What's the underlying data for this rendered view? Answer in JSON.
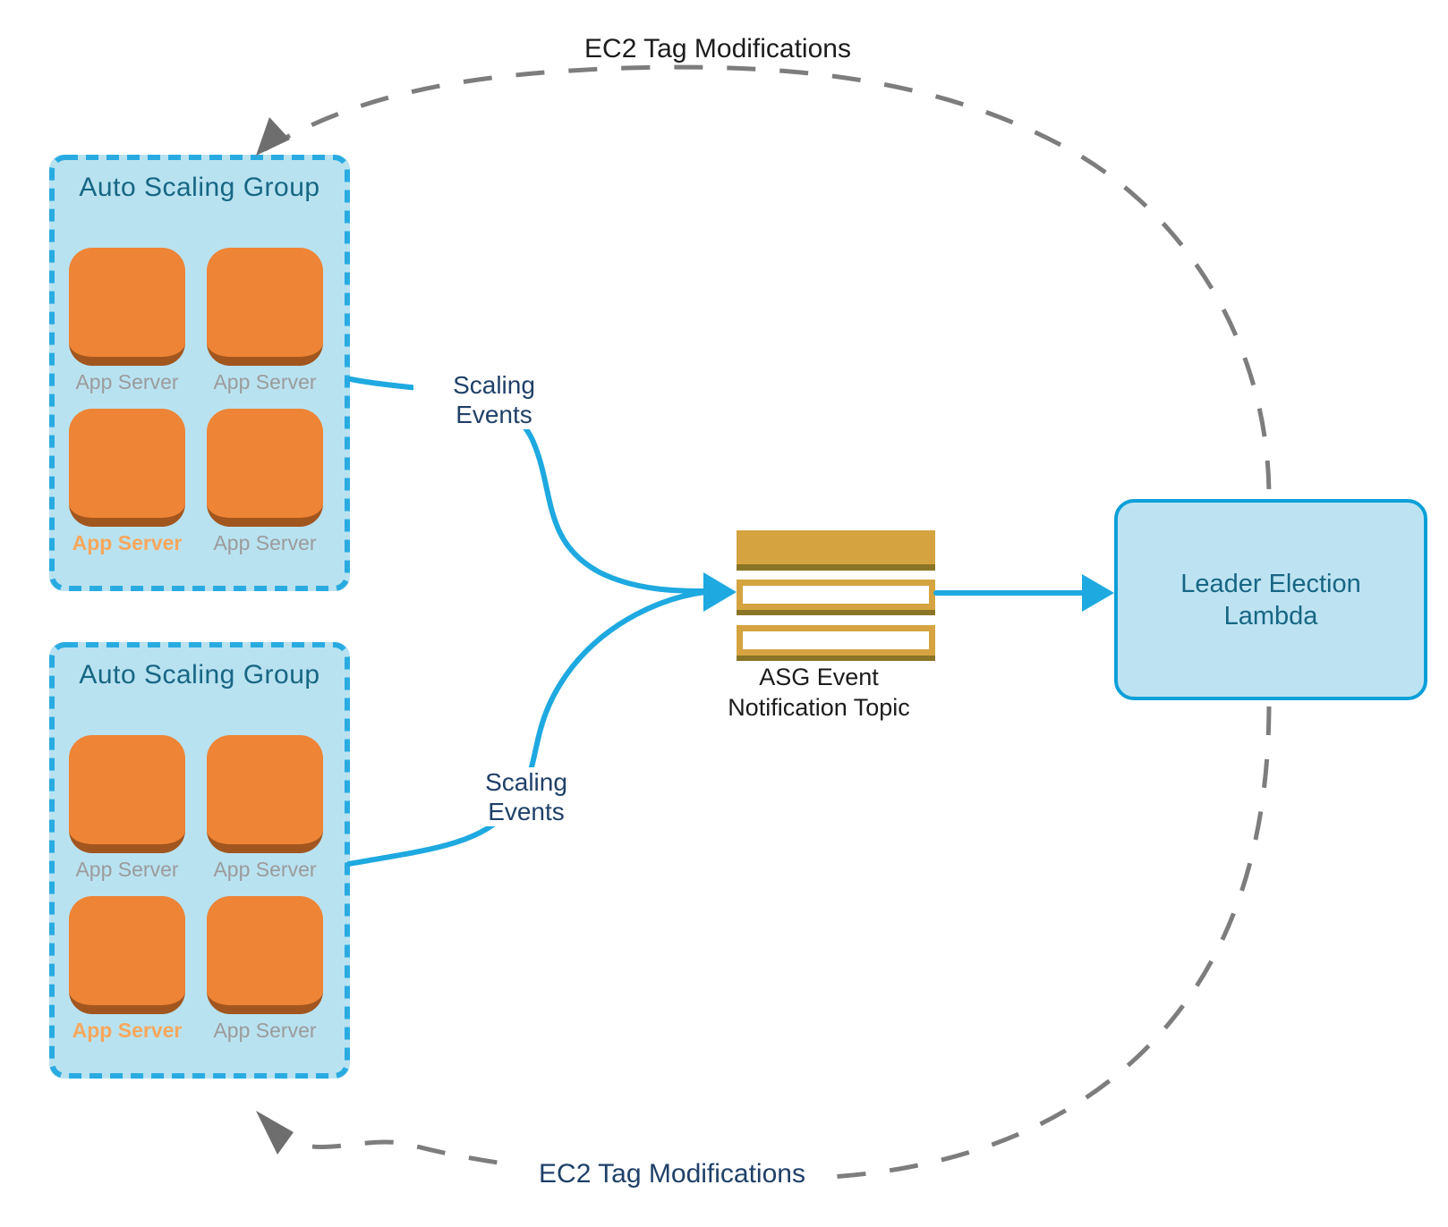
{
  "asg_groups": [
    {
      "title": "Auto Scaling Group",
      "servers": [
        {
          "label": "App Server",
          "highlighted": false
        },
        {
          "label": "App Server",
          "highlighted": false
        },
        {
          "label": "App Server",
          "highlighted": true
        },
        {
          "label": "App Server",
          "highlighted": false
        }
      ]
    },
    {
      "title": "Auto Scaling Group",
      "servers": [
        {
          "label": "App Server",
          "highlighted": false
        },
        {
          "label": "App Server",
          "highlighted": false
        },
        {
          "label": "App Server",
          "highlighted": true
        },
        {
          "label": "App Server",
          "highlighted": false
        }
      ]
    }
  ],
  "sns_topic": {
    "label_line1": "ASG Event",
    "label_line2": "Notification Topic"
  },
  "lambda": {
    "label_line1": "Leader Election",
    "label_line2": "Lambda"
  },
  "edges": {
    "scaling_events_top": {
      "line1": "Scaling",
      "line2": "Events"
    },
    "scaling_events_bottom": {
      "line1": "Scaling",
      "line2": "Events"
    },
    "ec2_tag_top": {
      "label": "EC2 Tag Modifications"
    },
    "ec2_tag_bottom": {
      "label": "EC2 Tag Modifications"
    }
  },
  "colors": {
    "asg_fill": "#B9E2F0",
    "asg_border": "#29ABE2",
    "teal_title": "#176684",
    "server_orange": "#EE8435",
    "server_shadow": "#A2561F",
    "server_label_gray": "#9B9B9B",
    "server_label_highlight": "#F7A75C",
    "arrow_blue": "#1EA9E0",
    "arc_gray": "#7D7D7D",
    "sns_gold": "#D5A440",
    "sns_gold_dark": "#8A7426",
    "lambda_fill": "#BDE3F2",
    "lambda_border": "#0CA0D8",
    "navy_label": "#1F4068",
    "black_label": "#1C1C1C"
  }
}
